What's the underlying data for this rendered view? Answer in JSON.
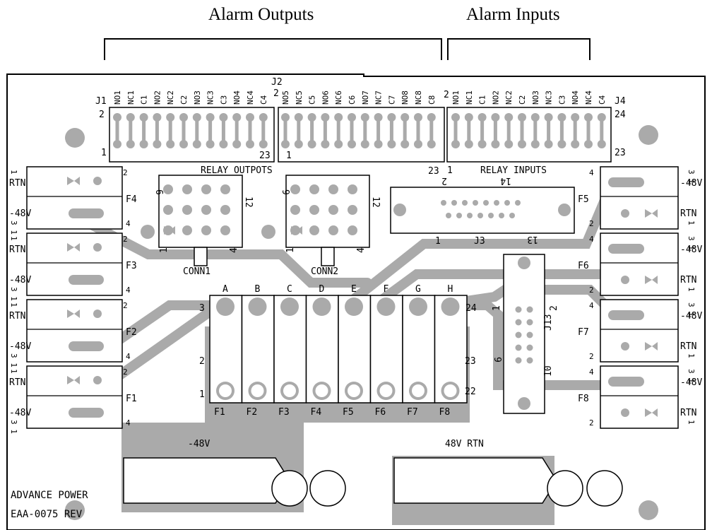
{
  "titles": {
    "alarm_outputs": "Alarm Outputs",
    "alarm_inputs": "Alarm Inputs"
  },
  "headers": {
    "j1": [
      "NO1",
      "NC1",
      "C1",
      "NO2",
      "NC2",
      "C2",
      "NO3",
      "NC3",
      "C3",
      "NO4",
      "NC4",
      "C4"
    ],
    "j2": [
      "NO5",
      "NC5",
      "C5",
      "NO6",
      "NC6",
      "C6",
      "NO7",
      "NC7",
      "C7",
      "NO8",
      "NC8",
      "C8"
    ],
    "j4": [
      "NO1",
      "NC1",
      "C1",
      "NO2",
      "NC2",
      "C2",
      "NO3",
      "NC3",
      "C3",
      "NO4",
      "NC4",
      "C4"
    ]
  },
  "connectors": {
    "j1": "J1",
    "j2": "J2",
    "j3": "J3",
    "j4": "J4",
    "j13": "J13",
    "relay_outputs": "RELAY OUTPOTS",
    "relay_inputs": "RELAY INPUTS",
    "conn1": "CONN1",
    "conn2": "CONN2"
  },
  "fuses": [
    "F1",
    "F2",
    "F3",
    "F4",
    "F5",
    "F6",
    "F7",
    "F8"
  ],
  "columns": [
    "A",
    "B",
    "C",
    "D",
    "E",
    "F",
    "G",
    "H"
  ],
  "side": {
    "rtn": "RTN",
    "neg48": "-48V"
  },
  "pins": {
    "n1": "1",
    "n2": "2",
    "n3": "3",
    "n4": "4",
    "n6": "6",
    "n9": "9",
    "n10": "10",
    "n12": "12",
    "n13": "13",
    "n14": "14",
    "n22": "22",
    "n23": "23",
    "n24": "24",
    "n31": "3 1"
  },
  "bottom": {
    "neg48": "-48V",
    "rtn48": "48V RTN"
  },
  "footer": {
    "line1": "ADVANCE POWER",
    "line2": "EAA-0075 REV"
  }
}
